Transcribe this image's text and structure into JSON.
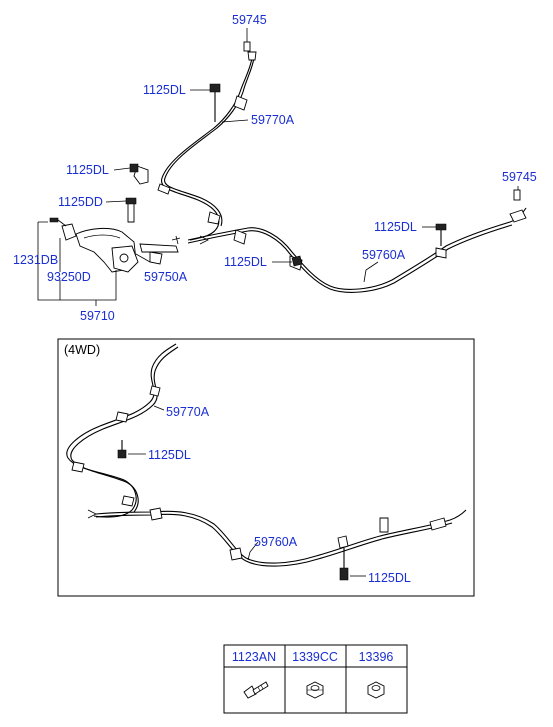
{
  "labels": {
    "top_59745": "59745",
    "right_59745": "59745",
    "upper_1125dl_a": "1125DL",
    "upper_59770a": "59770A",
    "upper_1125dl_b": "1125DL",
    "label_1125dd": "1125DD",
    "right_1125dl": "1125DL",
    "mid_1125dl": "1125DL",
    "upper_59760a": "59760A",
    "label_1231db": "1231DB",
    "label_93250d": "93250D",
    "label_59750a": "59750A",
    "label_59710": "59710",
    "wd_59770a": "59770A",
    "wd_1125dl_a": "1125DL",
    "wd_59760a": "59760A",
    "wd_1125dl_b": "1125DL"
  },
  "inset": {
    "title": "(4WD)"
  },
  "parts_table": {
    "headers": [
      "1123AN",
      "1339CC",
      "13396"
    ]
  }
}
